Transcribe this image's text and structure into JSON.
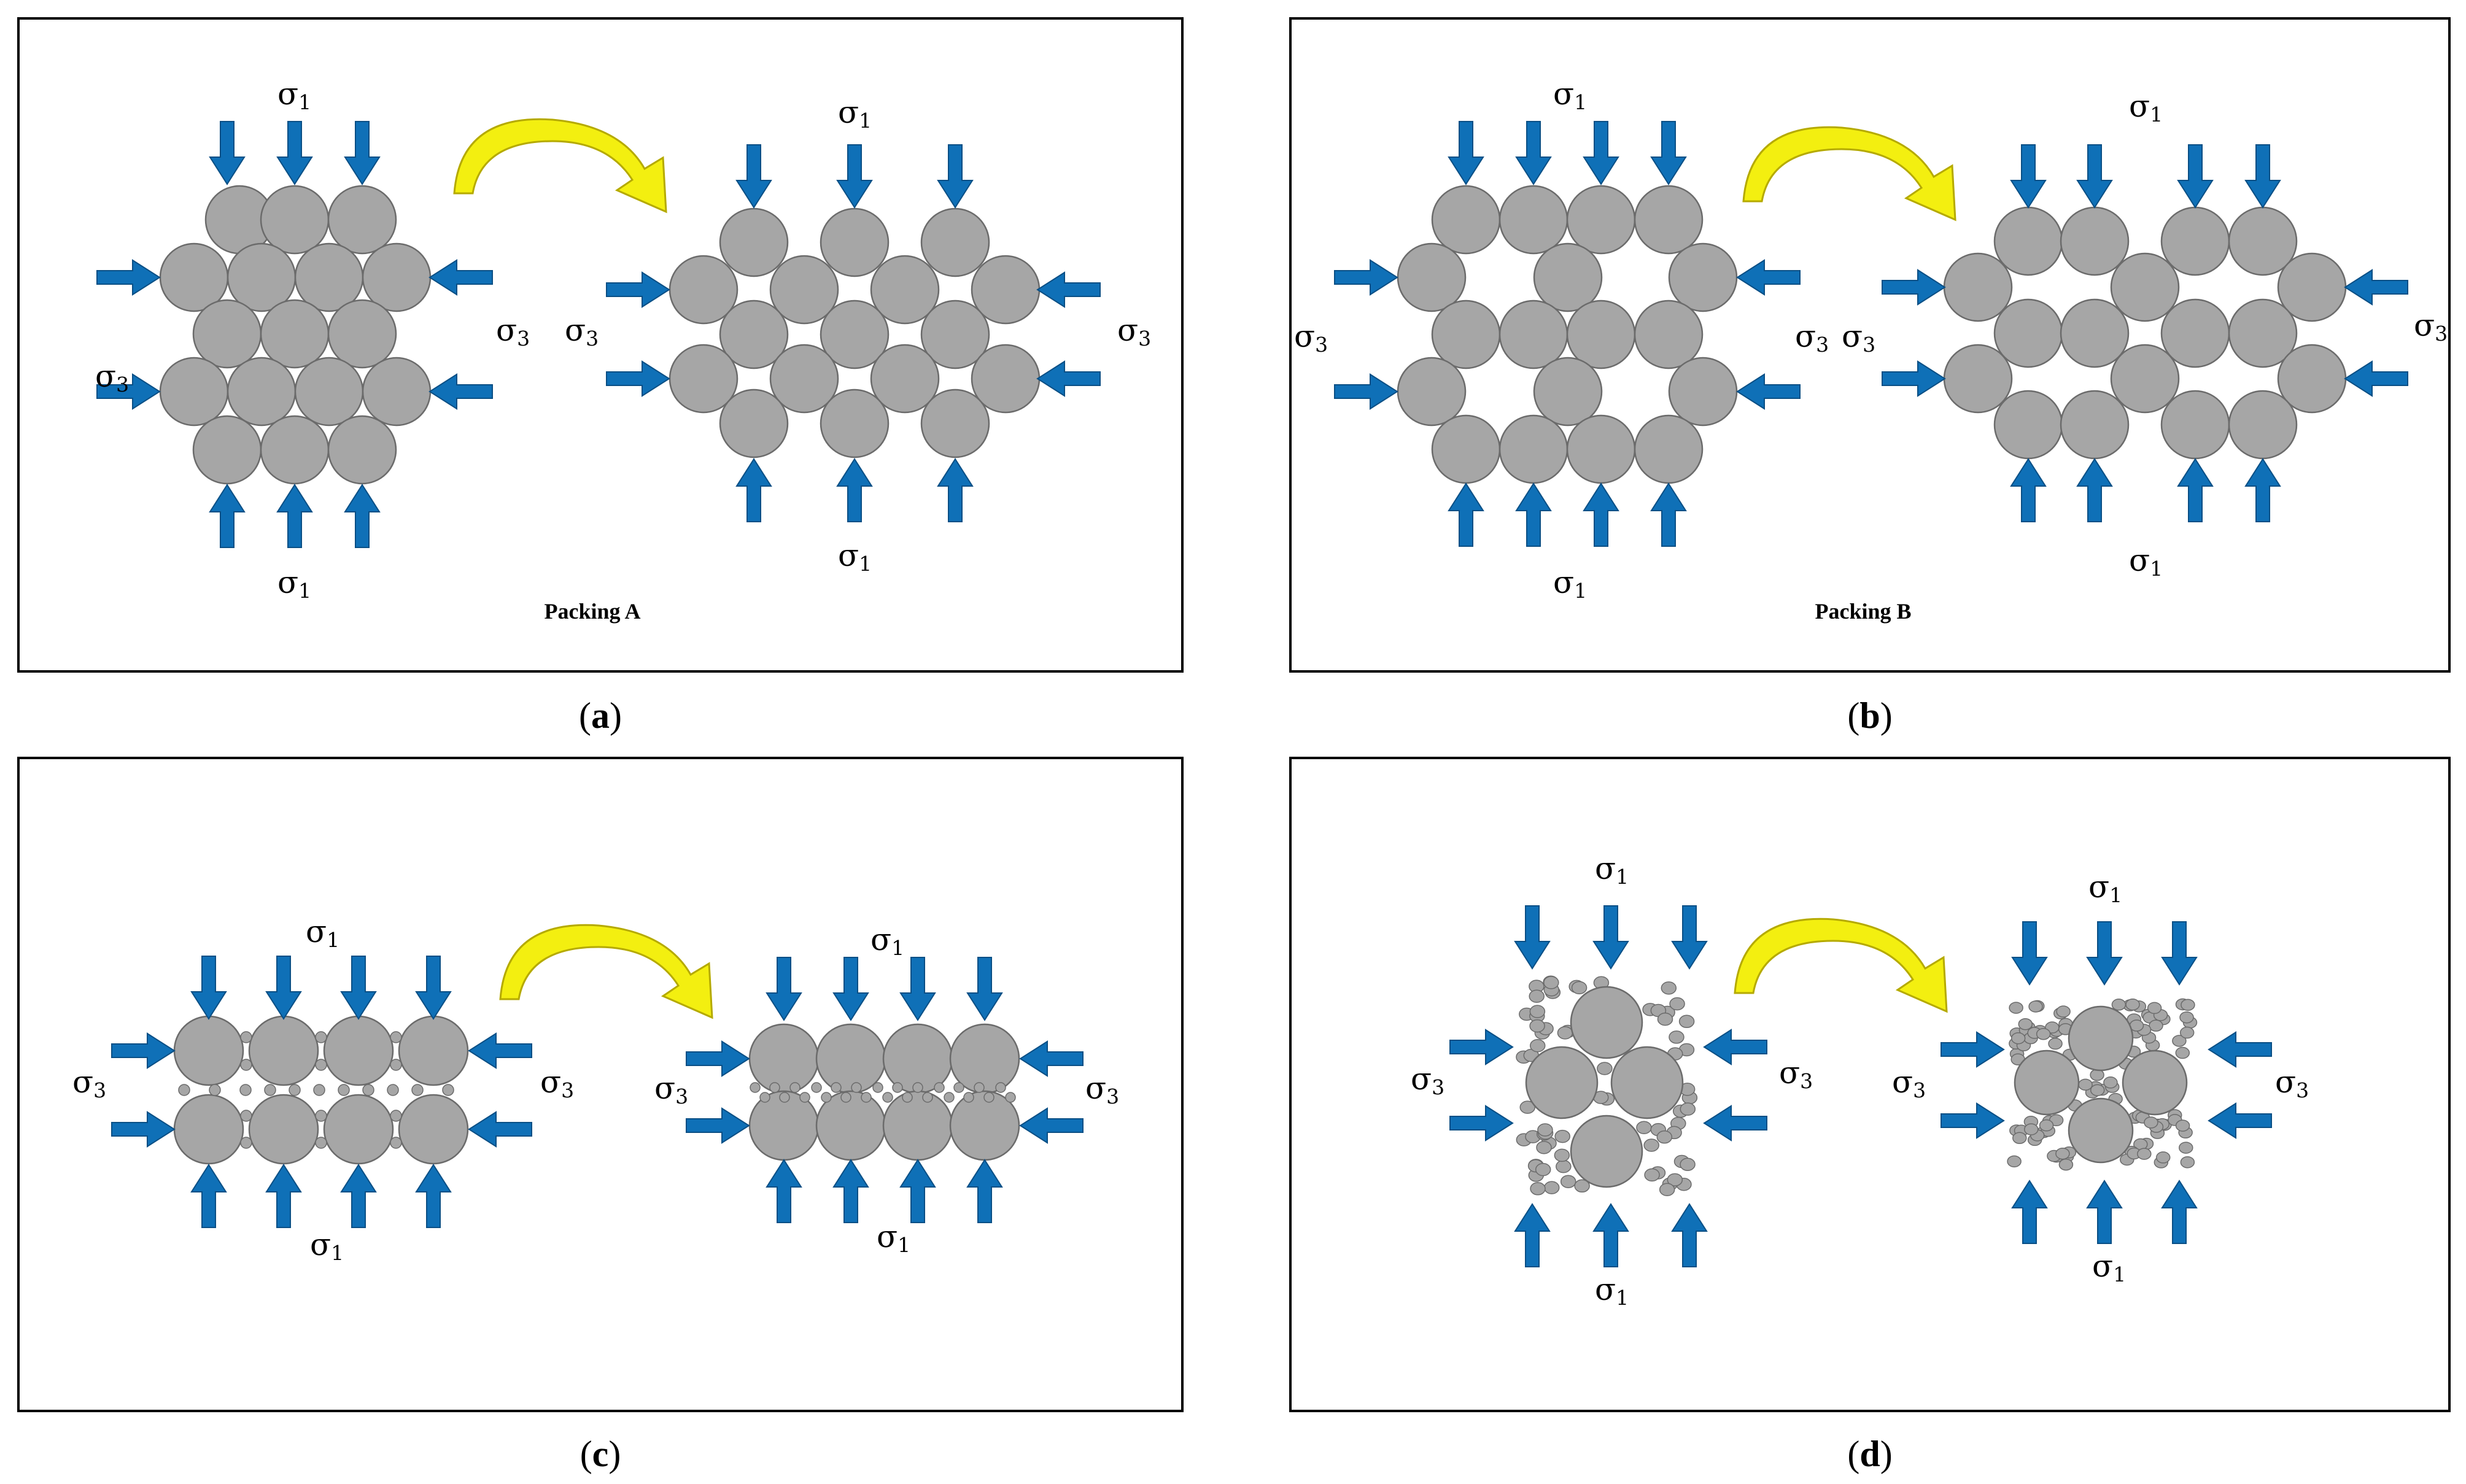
{
  "colors": {
    "particle": "#a6a6a6",
    "particle_stroke": "#6b6b6b",
    "arrow": "#0f70b7",
    "arrow_stroke": "#0a4f85",
    "curve_arrow": "#f3ef10",
    "curve_arrow_stroke": "#b5aa00"
  },
  "stress_labels": {
    "major_symbol": "σ",
    "major_sub": "1",
    "minor_symbol": "σ",
    "minor_sub": "3"
  },
  "panels": {
    "a": {
      "caption_open": "(",
      "caption_letter": "a",
      "caption_close": ")",
      "packing_label": "Packing  A"
    },
    "b": {
      "caption_open": "(",
      "caption_letter": "b",
      "caption_close": ")",
      "packing_label": "Packing  B"
    },
    "c": {
      "caption_open": "(",
      "caption_letter": "c",
      "caption_close": ")"
    },
    "d": {
      "caption_open": "(",
      "caption_letter": "d",
      "caption_close": ")"
    }
  }
}
